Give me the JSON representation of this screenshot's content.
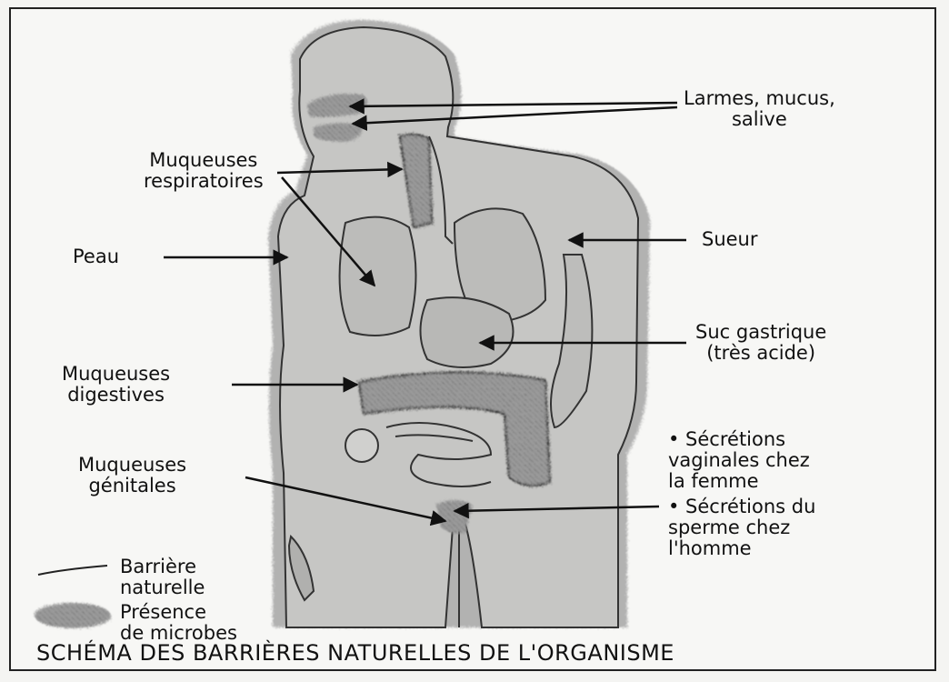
{
  "labels": {
    "larmes": [
      "Larmes, mucus,",
      "salive"
    ],
    "muqueuses_respiratoires": [
      "Muqueuses",
      "respiratoires"
    ],
    "peau": "Peau",
    "sueur": "Sueur",
    "suc_gastrique": [
      "Suc gastrique",
      "(très acide)"
    ],
    "muqueuses_digestives": [
      "Muqueuses",
      "digestives"
    ],
    "secretions_vaginales": [
      "• Sécrétions",
      "vaginales chez",
      "la femme"
    ],
    "muqueuses_genitales": [
      "Muqueuses",
      "génitales"
    ],
    "secretions_sperme": [
      "• Sécrétions du",
      "sperme chez",
      "l'homme"
    ]
  },
  "legend": {
    "barriere": [
      "Barrière",
      "naturelle"
    ],
    "microbes": [
      "Présence",
      "de microbes"
    ]
  },
  "caption": "SCHÉMA DES BARRIÈRES NATURELLES DE L'ORGANISME"
}
